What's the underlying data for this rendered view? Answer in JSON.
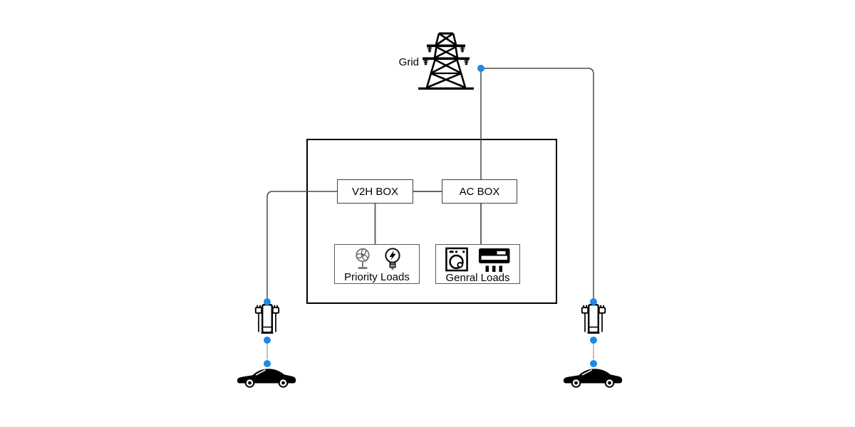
{
  "diagram": {
    "grid": {
      "label": "Grid"
    },
    "v2h_box": {
      "label": "V2H BOX"
    },
    "ac_box": {
      "label": "AC BOX"
    },
    "priority_loads": {
      "label": "Priority Loads",
      "icons": [
        "fan-icon",
        "light-bulb-icon"
      ]
    },
    "general_loads": {
      "label": "Genral Loads",
      "icons": [
        "washing-machine-icon",
        "air-conditioner-icon"
      ]
    },
    "vehicles": {
      "left": {
        "icons": [
          "ev-charger-icon",
          "car-icon"
        ]
      },
      "right": {
        "icons": [
          "ev-charger-icon",
          "car-icon"
        ]
      }
    },
    "connections": [
      {
        "from": "Grid",
        "to": "AC BOX"
      },
      {
        "from": "Grid",
        "to": "Right EV charger"
      },
      {
        "from": "V2H BOX",
        "to": "AC BOX"
      },
      {
        "from": "V2H BOX",
        "to": "Left EV charger"
      },
      {
        "from": "V2H BOX",
        "to": "Priority Loads"
      },
      {
        "from": "AC BOX",
        "to": "Genral Loads"
      },
      {
        "from": "Left EV charger",
        "to": "Left EV car"
      },
      {
        "from": "Right EV charger",
        "to": "Right EV car"
      }
    ],
    "colors": {
      "connection_dot": "#1e88e5",
      "connector_line": "#666666",
      "routed_line": "#4a4a4a",
      "outline": "#000000"
    }
  }
}
